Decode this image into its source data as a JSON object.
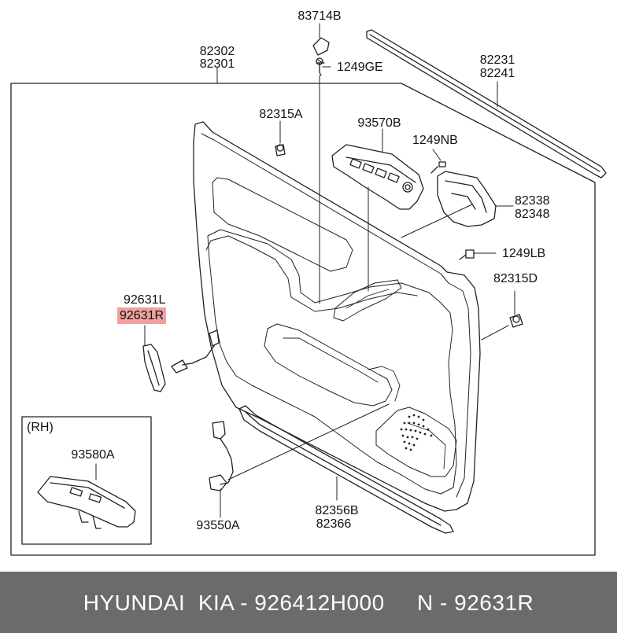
{
  "diagram": {
    "labels": {
      "p83714B": "83714B",
      "p82302": "82302",
      "p82301": "82301",
      "p1249GE": "1249GE",
      "p82231": "82231",
      "p82241": "82241",
      "p82315A": "82315A",
      "p93570B": "93570B",
      "p1249NB": "1249NB",
      "p82338": "82338",
      "p82348": "82348",
      "p1249LB": "1249LB",
      "p82315D": "82315D",
      "p92631L": "92631L",
      "p92631R": "92631R",
      "rh": "(RH)",
      "p93580A": "93580A",
      "p93550A": "93550A",
      "p82356B": "82356B",
      "p82366": "82366"
    },
    "highlight_color": "#f0a0a0"
  },
  "footer": {
    "text": "HYUNDAI  KIA - 926412H000     N - 92631R",
    "background": "#6b6b6b"
  }
}
